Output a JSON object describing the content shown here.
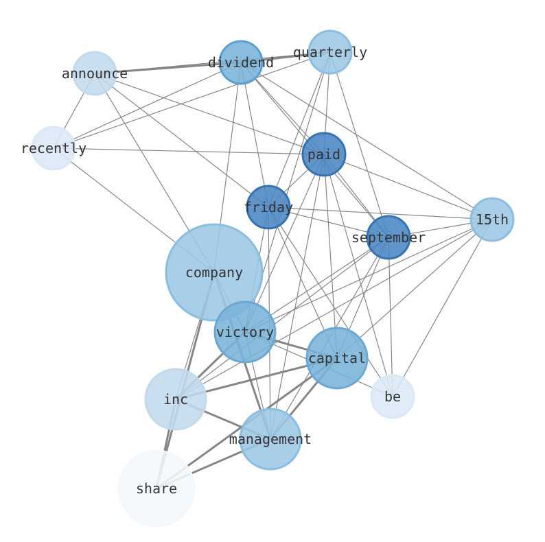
{
  "graph": {
    "nodes": [
      {
        "id": "announce",
        "label": "announce",
        "fill": "#c2d9ec",
        "stroke": "#c2d9ec"
      },
      {
        "id": "dividend",
        "label": "dividend",
        "fill": "#7ab3d9",
        "stroke": "#5a9fd0"
      },
      {
        "id": "quarterly",
        "label": "quarterly",
        "fill": "#9dc7e4",
        "stroke": "#8abde0"
      },
      {
        "id": "recently",
        "label": "recently",
        "fill": "#dbe8f5",
        "stroke": "#dbe8f5"
      },
      {
        "id": "paid",
        "label": "paid",
        "fill": "#4a86c5",
        "stroke": "#3572b0"
      },
      {
        "id": "friday",
        "label": "friday",
        "fill": "#4a86c5",
        "stroke": "#3572b0"
      },
      {
        "id": "15th",
        "label": "15th",
        "fill": "#9dc7e4",
        "stroke": "#8abde0"
      },
      {
        "id": "september",
        "label": "september",
        "fill": "#4a86c5",
        "stroke": "#3572b0"
      },
      {
        "id": "company",
        "label": "company",
        "fill": "#9dc7e4",
        "stroke": "#8abde0"
      },
      {
        "id": "victory",
        "label": "victory",
        "fill": "#7ab3d9",
        "stroke": "#6aa8d4"
      },
      {
        "id": "capital",
        "label": "capital",
        "fill": "#7ab3d9",
        "stroke": "#6aa8d4"
      },
      {
        "id": "be",
        "label": "be",
        "fill": "#dbe8f5",
        "stroke": "#dbe8f5"
      },
      {
        "id": "inc",
        "label": "inc",
        "fill": "#c2d9ec",
        "stroke": "#c2d9ec"
      },
      {
        "id": "management",
        "label": "management",
        "fill": "#9dc7e4",
        "stroke": "#8abde0"
      },
      {
        "id": "share",
        "label": "share",
        "fill": "#f3f8fd",
        "stroke": "#f3f8fd"
      }
    ],
    "edges": [
      [
        "announce",
        "dividend"
      ],
      [
        "announce",
        "quarterly"
      ],
      [
        "announce",
        "recently"
      ],
      [
        "announce",
        "paid"
      ],
      [
        "announce",
        "friday"
      ],
      [
        "announce",
        "company"
      ],
      [
        "dividend",
        "quarterly"
      ],
      [
        "dividend",
        "recently"
      ],
      [
        "dividend",
        "paid"
      ],
      [
        "dividend",
        "friday"
      ],
      [
        "dividend",
        "15th"
      ],
      [
        "dividend",
        "september"
      ],
      [
        "dividend",
        "company"
      ],
      [
        "quarterly",
        "recently"
      ],
      [
        "quarterly",
        "paid"
      ],
      [
        "quarterly",
        "friday"
      ],
      [
        "quarterly",
        "september"
      ],
      [
        "quarterly",
        "victory"
      ],
      [
        "recently",
        "paid"
      ],
      [
        "recently",
        "company"
      ],
      [
        "paid",
        "friday"
      ],
      [
        "paid",
        "15th"
      ],
      [
        "paid",
        "september"
      ],
      [
        "paid",
        "victory"
      ],
      [
        "paid",
        "capital"
      ],
      [
        "paid",
        "be"
      ],
      [
        "paid",
        "management"
      ],
      [
        "friday",
        "15th"
      ],
      [
        "friday",
        "september"
      ],
      [
        "friday",
        "capital"
      ],
      [
        "friday",
        "be"
      ],
      [
        "friday",
        "management"
      ],
      [
        "friday",
        "victory"
      ],
      [
        "15th",
        "september"
      ],
      [
        "15th",
        "victory"
      ],
      [
        "15th",
        "be"
      ],
      [
        "15th",
        "capital"
      ],
      [
        "15th",
        "inc"
      ],
      [
        "september",
        "victory"
      ],
      [
        "september",
        "capital"
      ],
      [
        "september",
        "be"
      ],
      [
        "september",
        "management"
      ],
      [
        "september",
        "inc"
      ],
      [
        "company",
        "victory"
      ],
      [
        "company",
        "inc"
      ],
      [
        "company",
        "management"
      ],
      [
        "company",
        "share"
      ],
      [
        "victory",
        "capital"
      ],
      [
        "victory",
        "be"
      ],
      [
        "victory",
        "inc"
      ],
      [
        "victory",
        "management"
      ],
      [
        "capital",
        "inc"
      ],
      [
        "capital",
        "management"
      ],
      [
        "capital",
        "share"
      ],
      [
        "inc",
        "management"
      ],
      [
        "inc",
        "share"
      ],
      [
        "management",
        "share"
      ]
    ],
    "heavy_edges": [
      [
        "company",
        "share"
      ],
      [
        "company",
        "management"
      ],
      [
        "victory",
        "capital"
      ],
      [
        "victory",
        "inc"
      ],
      [
        "capital",
        "inc"
      ],
      [
        "capital",
        "management"
      ],
      [
        "capital",
        "share"
      ],
      [
        "inc",
        "management"
      ],
      [
        "management",
        "share"
      ],
      [
        "inc",
        "share"
      ],
      [
        "announce",
        "dividend"
      ],
      [
        "dividend",
        "quarterly"
      ]
    ],
    "edge_color": "#808080"
  }
}
